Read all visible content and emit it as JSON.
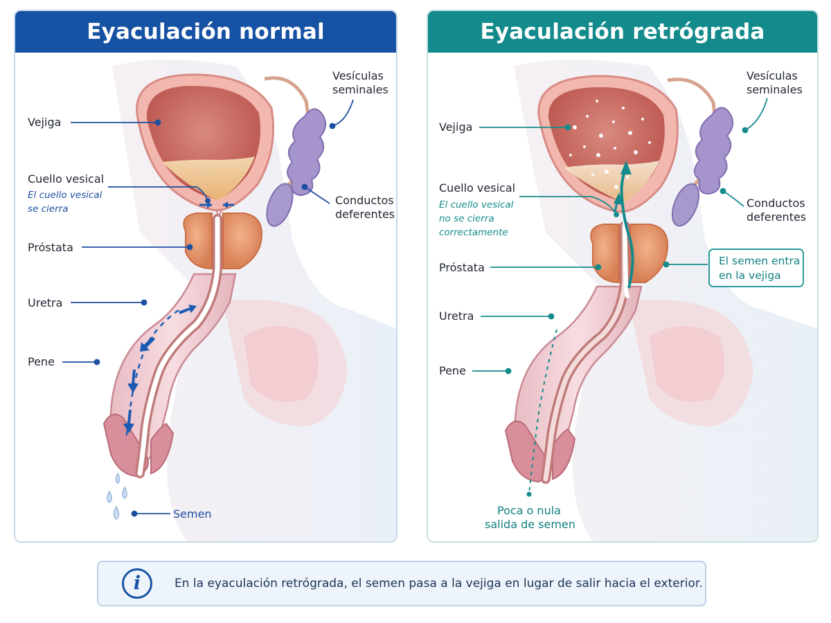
{
  "left": {
    "title": "Eyaculación normal",
    "labels": {
      "vejiga": "Vejiga",
      "vesiculas": [
        "Vesículas",
        "seminales"
      ],
      "cuello": "Cuello vesical",
      "cuello_note": [
        "El cuello vesical",
        "se cierra"
      ],
      "conductos": [
        "Conductos",
        "deferentes"
      ],
      "prostata": "Próstata",
      "uretra": "Uretra",
      "pene": "Pene",
      "semen": "Semen"
    }
  },
  "right": {
    "title": "Eyaculación retrógrada",
    "labels": {
      "vejiga": "Vejiga",
      "vesiculas": [
        "Vesículas",
        "seminales"
      ],
      "cuello": "Cuello vesical",
      "cuello_note": [
        "El cuello vesical",
        "no se cierra",
        "correctamente"
      ],
      "conductos": [
        "Conductos",
        "deferentes"
      ],
      "prostata": "Próstata",
      "uretra": "Uretra",
      "pene": "Pene",
      "note_box": [
        "El semen entra",
        "en la vejiga"
      ],
      "poca": [
        "Poca o nula",
        "salida de semen"
      ]
    }
  },
  "info": {
    "icon": "info-icon",
    "text": "En la eyaculación retrógrada, el semen pasa a la vejiga en lugar de salir hacia el exterior."
  },
  "colors": {
    "left_header": "#1652a3",
    "right_header": "#138a8b"
  }
}
